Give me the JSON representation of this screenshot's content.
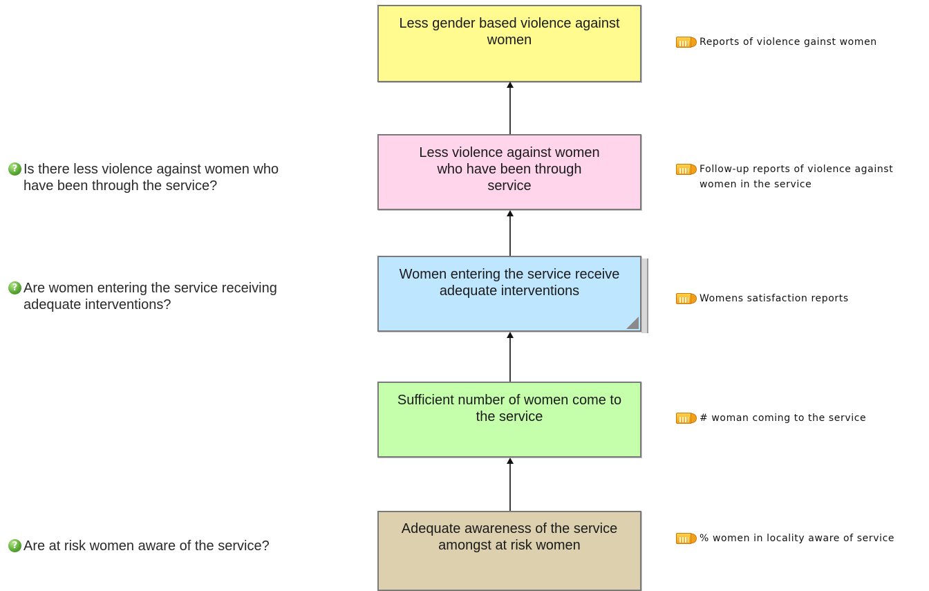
{
  "boxes": [
    {
      "label": "Less gender based violence against women",
      "color": "#fffb8f"
    },
    {
      "label": "Less violence against women who have been through service",
      "color": "#ffd5ec"
    },
    {
      "label": "Women entering the service receive adequate interventions",
      "color": "#bfe6ff"
    },
    {
      "label": "Sufficient number of women come to the service",
      "color": "#c5ffab"
    },
    {
      "label": "Adequate awareness of the service amongst at risk women",
      "color": "#dcd0ae"
    }
  ],
  "questions": [
    {
      "text": "Is there less violence against women who have been through the service?"
    },
    {
      "text": "Are women entering the service receiving adequate interventions?"
    },
    {
      "text": "Are at risk women aware of the service?"
    }
  ],
  "indicators": [
    {
      "text": "Reports of violence gainst women"
    },
    {
      "text": "Follow-up reports of violence against women in the service"
    },
    {
      "text": "Womens satisfaction reports"
    },
    {
      "text": "# woman coming to the service"
    },
    {
      "text": "% women in locality aware of service"
    }
  ],
  "icons": {
    "question": "question-icon",
    "indicator": "indicator-icon"
  },
  "colors": {
    "border": "#7a7a7a",
    "connector": "#3a3a3a"
  }
}
